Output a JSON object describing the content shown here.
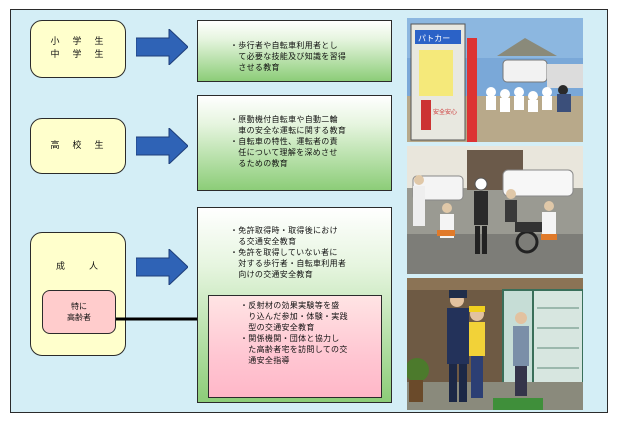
{
  "groups": {
    "elementary_middle": "小　学　生\n中　学　生",
    "high_school": "高　校　生",
    "adult": "成　　人",
    "elderly": "特に\n高齢者"
  },
  "boxes": {
    "box1": "・歩行者や自転車利用者とし\n　て必要な技能及び知識を習得\n　させる教育",
    "box2": "・原動機付自転車や自動二輪\n　車の安全な運転に関する教育\n・自転車の特性、運転者の責\n　任について理解を深めさせ\n　るための教育",
    "box3": "・免許取得時・取得後におけ\n　る交通安全教育\n・免許を取得していない者に\n　対する歩行者・自転車利用者\n　向けの交通安全教育",
    "box4": "・反射材の効果実験等を盛\n　り込んだ参加・体験・実践\n　型の交通安全教育\n・関係機関・団体と協力し\n　た高齢者宅を訪問しての交\n　通安全指導"
  },
  "photos": {
    "sign_text": "パトカー",
    "sign_text2": "安全安心"
  },
  "colors": {
    "frame_bg": "#d4eef6",
    "group_bg": "#ffffcc",
    "elderly_bg": "#ffcccc",
    "arrow_blue": "#2f63b6",
    "green_box": "#8ccd78",
    "pink_box": "#ffc6d2"
  }
}
